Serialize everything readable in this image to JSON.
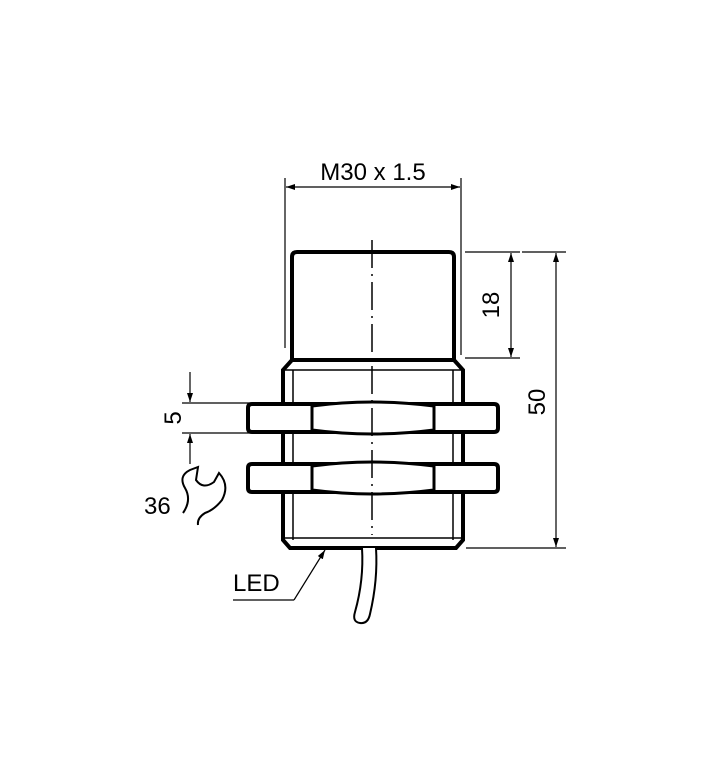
{
  "drawing": {
    "thread_label": "M30 x 1.5",
    "cap_length_label": "18",
    "total_length_label": "50",
    "nut_thickness_label": "5",
    "wrench_size_label": "36",
    "led_label": "LED"
  },
  "colors": {
    "line": "#000000",
    "background": "#ffffff"
  }
}
